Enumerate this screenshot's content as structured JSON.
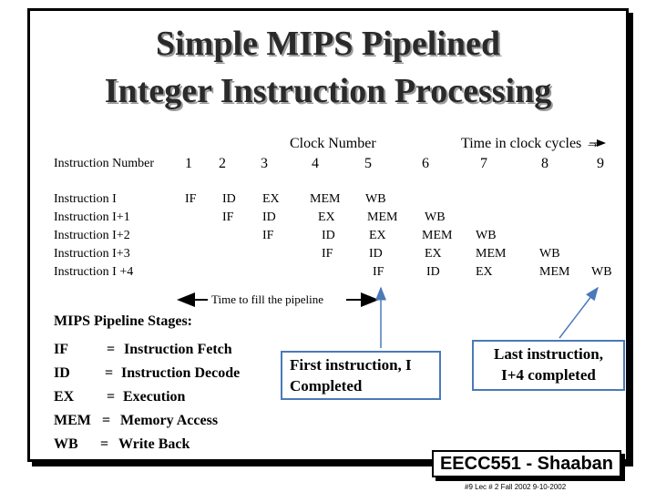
{
  "title": {
    "line1": "Simple MIPS Pipelined",
    "line2": "Integer Instruction Processing"
  },
  "table": {
    "clock_header": "Clock Number",
    "time_header": "Time in clock cycles →",
    "row_header": "Instruction Number",
    "clock_numbers": [
      "1",
      "2",
      "3",
      "4",
      "5",
      "6",
      "7",
      "8",
      "9"
    ],
    "instructions": [
      "Instruction I",
      "Instruction I+1",
      "Instruction I+2",
      "Instruction I+3",
      "Instruction I +4"
    ],
    "rows": [
      [
        "IF",
        "ID",
        "EX",
        "MEM",
        "WB",
        "",
        "",
        "",
        ""
      ],
      [
        "",
        "IF",
        "ID",
        "EX",
        "MEM",
        "WB",
        "",
        "",
        ""
      ],
      [
        "",
        "",
        "IF",
        "ID",
        "EX",
        "MEM",
        "WB",
        "",
        ""
      ],
      [
        "",
        "",
        "",
        "IF",
        "ID",
        "EX",
        "MEM",
        "WB",
        ""
      ],
      [
        "",
        "",
        "",
        "",
        "IF",
        "ID",
        "EX",
        "MEM",
        "WB"
      ]
    ]
  },
  "fill_label": "Time to fill the pipeline",
  "stages": {
    "heading": "MIPS Pipeline Stages:",
    "items": [
      {
        "abbr": "IF",
        "eq": "=",
        "desc": "Instruction Fetch"
      },
      {
        "abbr": "ID",
        "eq": "=",
        "desc": "Instruction Decode"
      },
      {
        "abbr": "EX",
        "eq": "=",
        "desc": "Execution"
      },
      {
        "abbr": "MEM",
        "eq": "=",
        "desc": "Memory Access"
      },
      {
        "abbr": "WB",
        "eq": "=",
        "desc": "Write Back"
      }
    ]
  },
  "callouts": {
    "first_line1": "First instruction, I",
    "first_line2": "Completed",
    "last_line1": "Last instruction,",
    "last_line2": "I+4 completed"
  },
  "footer": {
    "course": "EECC551 - Shaaban",
    "small": "#9   Lec # 2   Fall 2002   9-10-2002"
  },
  "colors": {
    "callout_border": "#4a7ab8",
    "title_shadow": "#9a9a9a"
  }
}
